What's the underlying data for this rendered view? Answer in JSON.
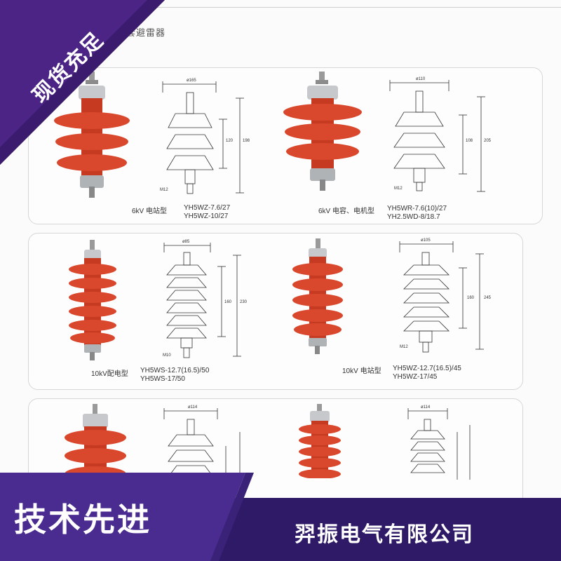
{
  "header": {
    "title": "套避雷器"
  },
  "corner_banner": {
    "text": "现货充足",
    "color": "#4b2485"
  },
  "bottom_banner": {
    "slogan": "技术先进",
    "company": "羿振电气有限公司",
    "color_dark": "#2e1a66",
    "color_light": "#4a2c90"
  },
  "products": [
    {
      "voltage": "6kV  电站型",
      "model_1": "YH5WZ-7.6/27",
      "model_2": "YH5WZ-10/27",
      "dim_width": "ø165",
      "dim_h1": "120",
      "dim_h2": "198",
      "thread": "M12"
    },
    {
      "voltage": "6kV  电容、电机型",
      "model_1": "YH5WR-7.6(10)/27",
      "model_2": "YH2.5WD-8/18.7",
      "dim_width": "ø110",
      "dim_h1": "108",
      "dim_h2": "205",
      "thread": "M12"
    },
    {
      "voltage": "10kV配电型",
      "model_1": "YH5WS-12.7(16.5)/50",
      "model_2": "YH5WS-17/50",
      "dim_width": "ø85",
      "dim_h1": "160",
      "dim_h2": "230",
      "thread": "M10"
    },
    {
      "voltage": "10kV  电站型",
      "model_1": "YH5WZ-12.7(16.5)/45",
      "model_2": "YH5WZ-17/45",
      "dim_width": "ø105",
      "dim_h1": "160",
      "dim_h2": "245",
      "thread": "M12"
    },
    {
      "dim_width": "ø114",
      "dim_h1": "",
      "dim_h2": ""
    },
    {
      "dim_width": "ø114",
      "dim_h1": "",
      "dim_h2": ""
    }
  ],
  "colors": {
    "arrester_body": "#d6452a",
    "arrester_shadow": "#a8301d",
    "metal": "#b9bcc0",
    "drawing_line": "#333333"
  }
}
